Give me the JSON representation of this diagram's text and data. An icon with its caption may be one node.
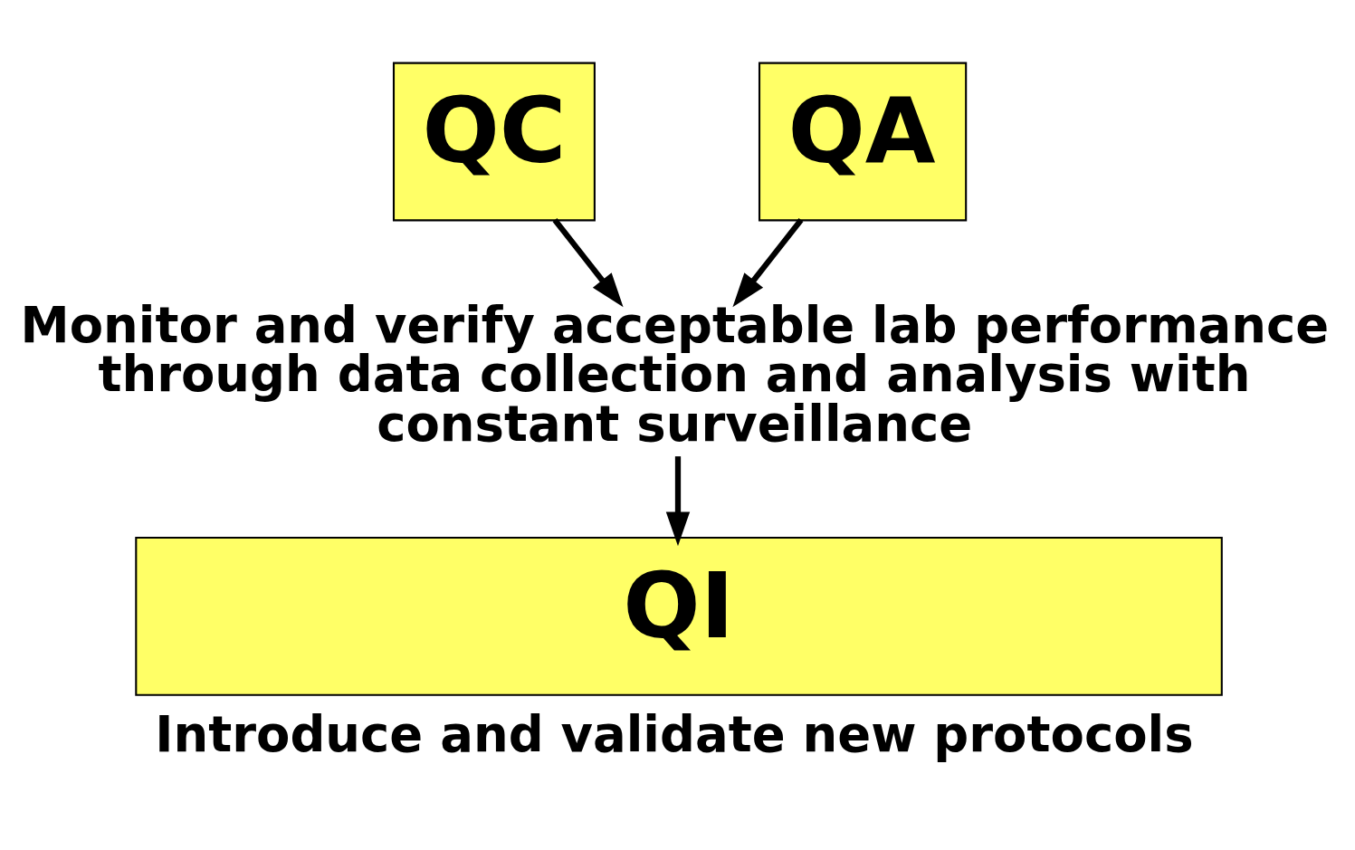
{
  "diagram": {
    "nodes": [
      {
        "text": [
          "QC"
        ]
      },
      {
        "text": [
          "QA"
        ]
      },
      {
        "text": [
          "Monitor and verify acceptable lab performance through data collection and analysis with constant surveillance"
        ]
      },
      {
        "text": [
          "QI"
        ],
        "beside": [
          "Introduce and validate new protocols"
        ]
      }
    ],
    "edges": [
      {
        "from": 0,
        "to": 2,
        "arrow": "to"
      },
      {
        "from": 1,
        "to": 2,
        "arrow": "to"
      },
      {
        "from": 2,
        "to": 3,
        "arrow": "to"
      }
    ]
  }
}
